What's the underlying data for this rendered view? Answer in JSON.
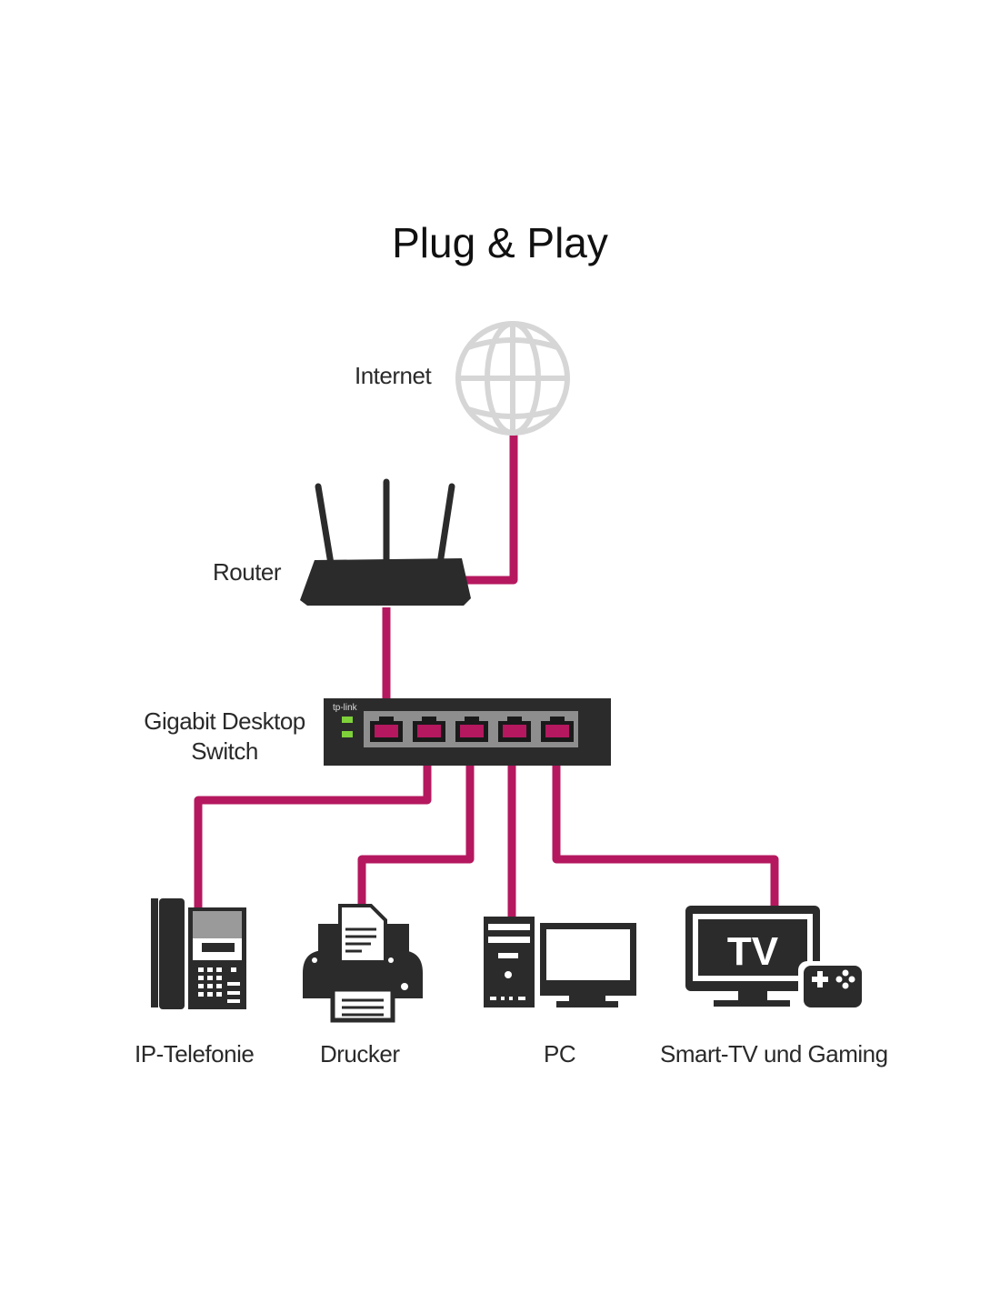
{
  "title": "Plug & Play",
  "colors": {
    "cable": "#b5185f",
    "device": "#2b2b2b",
    "globe": "#d6d6d6",
    "port_panel": "#8e8e8e",
    "led": "#7fd13a"
  },
  "nodes": {
    "internet": {
      "label": "Internet",
      "icon": "globe-icon"
    },
    "router": {
      "label": "Router",
      "icon": "router-icon"
    },
    "switch": {
      "label_line1": "Gigabit Desktop",
      "label_line2": "Switch",
      "icon": "switch-icon",
      "brand": "tp-link",
      "ports": 5
    },
    "devices": [
      {
        "label": "IP-Telefonie",
        "icon": "ip-phone-icon"
      },
      {
        "label": "Drucker",
        "icon": "printer-icon"
      },
      {
        "label": "PC",
        "icon": "pc-icon"
      },
      {
        "label": "Smart-TV und Gaming",
        "icon": "tv-gaming-icon",
        "tv_text": "TV"
      }
    ]
  },
  "connections": [
    {
      "from": "internet",
      "to": "router"
    },
    {
      "from": "router",
      "to": "switch-port-1"
    },
    {
      "from": "switch-port-2",
      "to": "IP-Telefonie"
    },
    {
      "from": "switch-port-3",
      "to": "Drucker"
    },
    {
      "from": "switch-port-4",
      "to": "PC"
    },
    {
      "from": "switch-port-5",
      "to": "Smart-TV und Gaming"
    }
  ]
}
